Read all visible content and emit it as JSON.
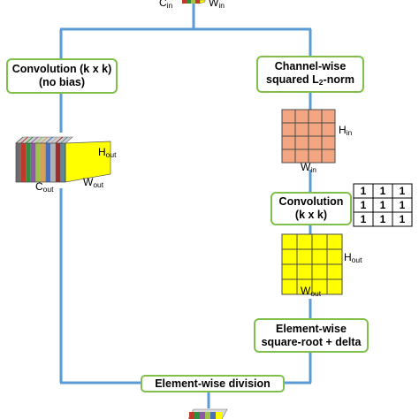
{
  "colors": {
    "connector": "#5b9bd5",
    "box_border": "#7fbf4a",
    "input_grid_fill": "#f4a582",
    "output_grid_fill": "#ffff00",
    "kernel_border": "#000000"
  },
  "top_tensor": {
    "channels_label": "C",
    "channels_sub": "in",
    "width_label": "W",
    "width_sub": "in"
  },
  "left_branch": {
    "conv_box": {
      "line1": "Convolution (k x k)",
      "line2": "(no bias)"
    },
    "output_tensor": {
      "height_label": "H",
      "height_sub": "out",
      "width_label": "W",
      "width_sub": "out",
      "channels_label": "C",
      "channels_sub": "out",
      "slice_colors": [
        "#6d6d6d",
        "#c0392b",
        "#2f8f3f",
        "#8e5aa8",
        "#a0c44a",
        "#d4a05a",
        "#4a6fb5",
        "#b0b0b0",
        "#9b2d2d",
        "#5a8a9a"
      ]
    }
  },
  "right_branch": {
    "norm_box": {
      "line1": "Channel-wise",
      "line2_prefix": "squared L",
      "line2_sub": "2",
      "line2_suffix": "-norm"
    },
    "input_grid": {
      "rows": 4,
      "cols": 4,
      "height_label": "H",
      "height_sub": "in",
      "width_label": "W",
      "width_sub": "in"
    },
    "conv_box": {
      "line1": "Convolution",
      "line2": "(k x k)"
    },
    "kernel": [
      [
        "1",
        "1",
        "1"
      ],
      [
        "1",
        "1",
        "1"
      ],
      [
        "1",
        "1",
        "1"
      ]
    ],
    "output_grid": {
      "rows": 4,
      "cols": 4,
      "height_label": "H",
      "height_sub": "out",
      "width_label": "W",
      "width_sub": "out"
    },
    "sqrt_box": {
      "line1": "Element-wise",
      "line2": "square-root + delta"
    }
  },
  "division_box": {
    "label": "Element-wise division"
  }
}
